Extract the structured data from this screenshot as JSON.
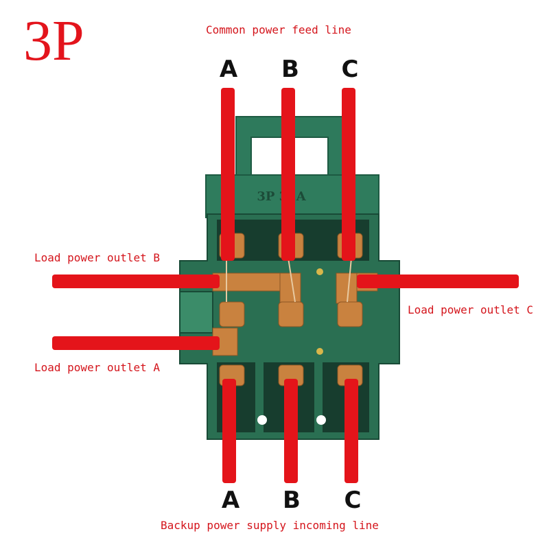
{
  "title": "3P",
  "captions": {
    "top": "Common power feed line",
    "bottom": "Backup power supply incoming line",
    "outlet_b": "Load power outlet B",
    "outlet_a": "Load power outlet A",
    "outlet_c": "Load power outlet C"
  },
  "phases_top": [
    "A",
    "B",
    "C"
  ],
  "phases_bottom": [
    "A",
    "B",
    "C"
  ],
  "device_label": "3P 32A",
  "colors": {
    "wire": "#e4141a",
    "housing": "#2e7a5c",
    "housing_dark": "#1d5a42",
    "copper": "#c9823f",
    "text_red": "#d4141b"
  }
}
